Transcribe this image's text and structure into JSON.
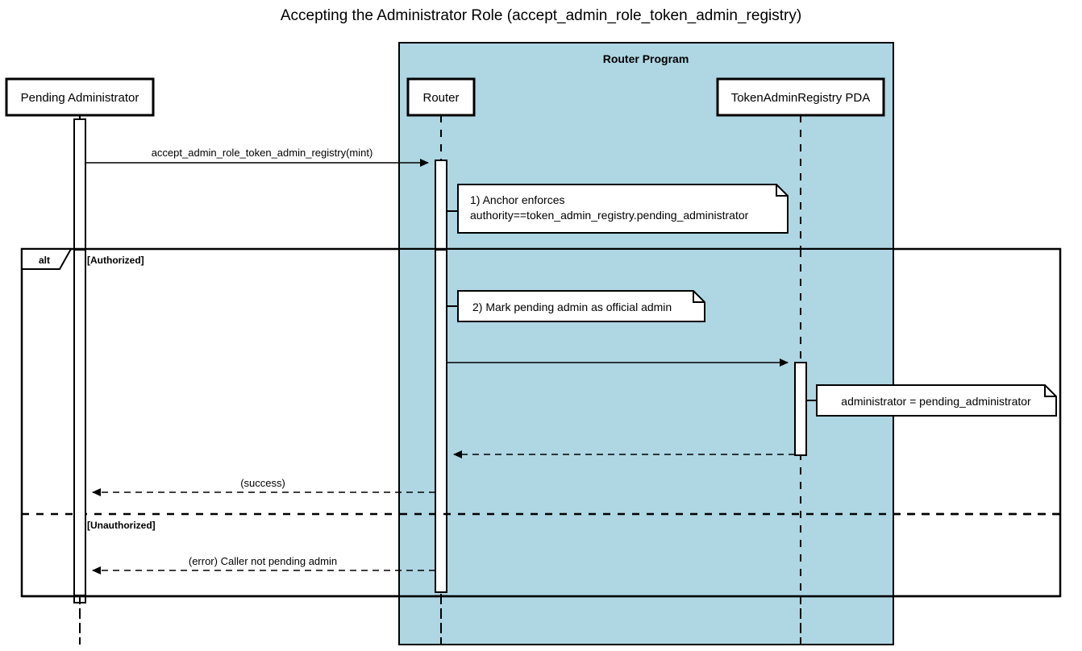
{
  "diagram": {
    "title": "Accepting the Administrator Role (accept_admin_role_token_admin_registry)",
    "colors": {
      "group_fill": "#aed6e3",
      "stroke": "#000000",
      "note_fill": "#ffffff",
      "participant_fill": "#ffffff"
    },
    "group_box": {
      "label": "Router Program"
    },
    "participants": [
      {
        "id": "pending-administrator",
        "label": "Pending Administrator"
      },
      {
        "id": "router",
        "label": "Router"
      },
      {
        "id": "token-admin-registry-pda",
        "label": "TokenAdminRegistry PDA"
      }
    ],
    "messages": [
      {
        "id": "accept-call",
        "label": "accept_admin_role_token_admin_registry(mint)",
        "from": "pending-administrator",
        "to": "router",
        "style": "solid"
      },
      {
        "id": "update-registry",
        "label": "",
        "from": "router",
        "to": "token-admin-registry-pda",
        "style": "solid"
      },
      {
        "id": "registry-return",
        "label": "",
        "from": "token-admin-registry-pda",
        "to": "router",
        "style": "dashed"
      },
      {
        "id": "success-return",
        "label": "(success)",
        "from": "router",
        "to": "pending-administrator",
        "style": "dashed"
      },
      {
        "id": "error-return",
        "label": "(error) Caller not pending admin",
        "from": "router",
        "to": "pending-administrator",
        "style": "dashed"
      }
    ],
    "notes": [
      {
        "id": "note-anchor-enforces",
        "lines": [
          "1) Anchor enforces",
          "authority==token_admin_registry.pending_administrator"
        ]
      },
      {
        "id": "note-mark-admin",
        "lines": [
          "2) Mark pending admin as official admin"
        ]
      },
      {
        "id": "note-administrator-assign",
        "lines": [
          "administrator = pending_administrator"
        ]
      }
    ],
    "fragment": {
      "operator": "alt",
      "branches": [
        {
          "id": "branch-authorized",
          "guard": "[Authorized]"
        },
        {
          "id": "branch-unauthorized",
          "guard": "[Unauthorized]"
        }
      ]
    }
  }
}
